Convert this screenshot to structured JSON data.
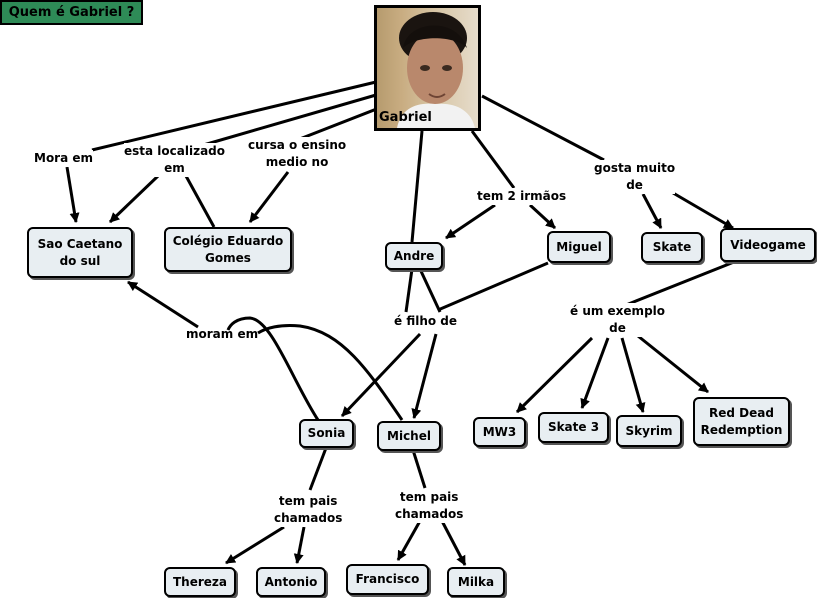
{
  "title": "Quem é Gabriel ?",
  "center": {
    "name": "Gabriel",
    "photo": "portrait-photo"
  },
  "nodes": {
    "sao_caetano": "Sao Caetano\ndo sul",
    "colegio": "Colégio Eduardo\nGomes",
    "andre": "Andre",
    "miguel": "Miguel",
    "skate": "Skate",
    "videogame": "Videogame",
    "sonia": "Sonia",
    "michel": "Michel",
    "mw3": "MW3",
    "skate3": "Skate 3",
    "skyrim": "Skyrim",
    "red_dead": "Red Dead\nRedemption",
    "thereza": "Thereza",
    "antonio": "Antonio",
    "francisco": "Francisco",
    "milka": "Milka"
  },
  "links": {
    "mora_em": "Mora em",
    "esta_localizado": "esta localizado\nem",
    "cursa": "cursa o ensino\nmedio no",
    "tem_irmaos": "tem 2 irmãos",
    "gosta": "gosta muito\nde",
    "filho_de": "é filho de",
    "moram_em": "moram em",
    "exemplo": "é um exemplo\nde",
    "pais_sonia": "tem pais\nchamados",
    "pais_michel": "tem pais\nchamados"
  },
  "colors": {
    "title_bg": "#2e8b57",
    "node_bg": "#e8eef2",
    "line": "#000000"
  }
}
